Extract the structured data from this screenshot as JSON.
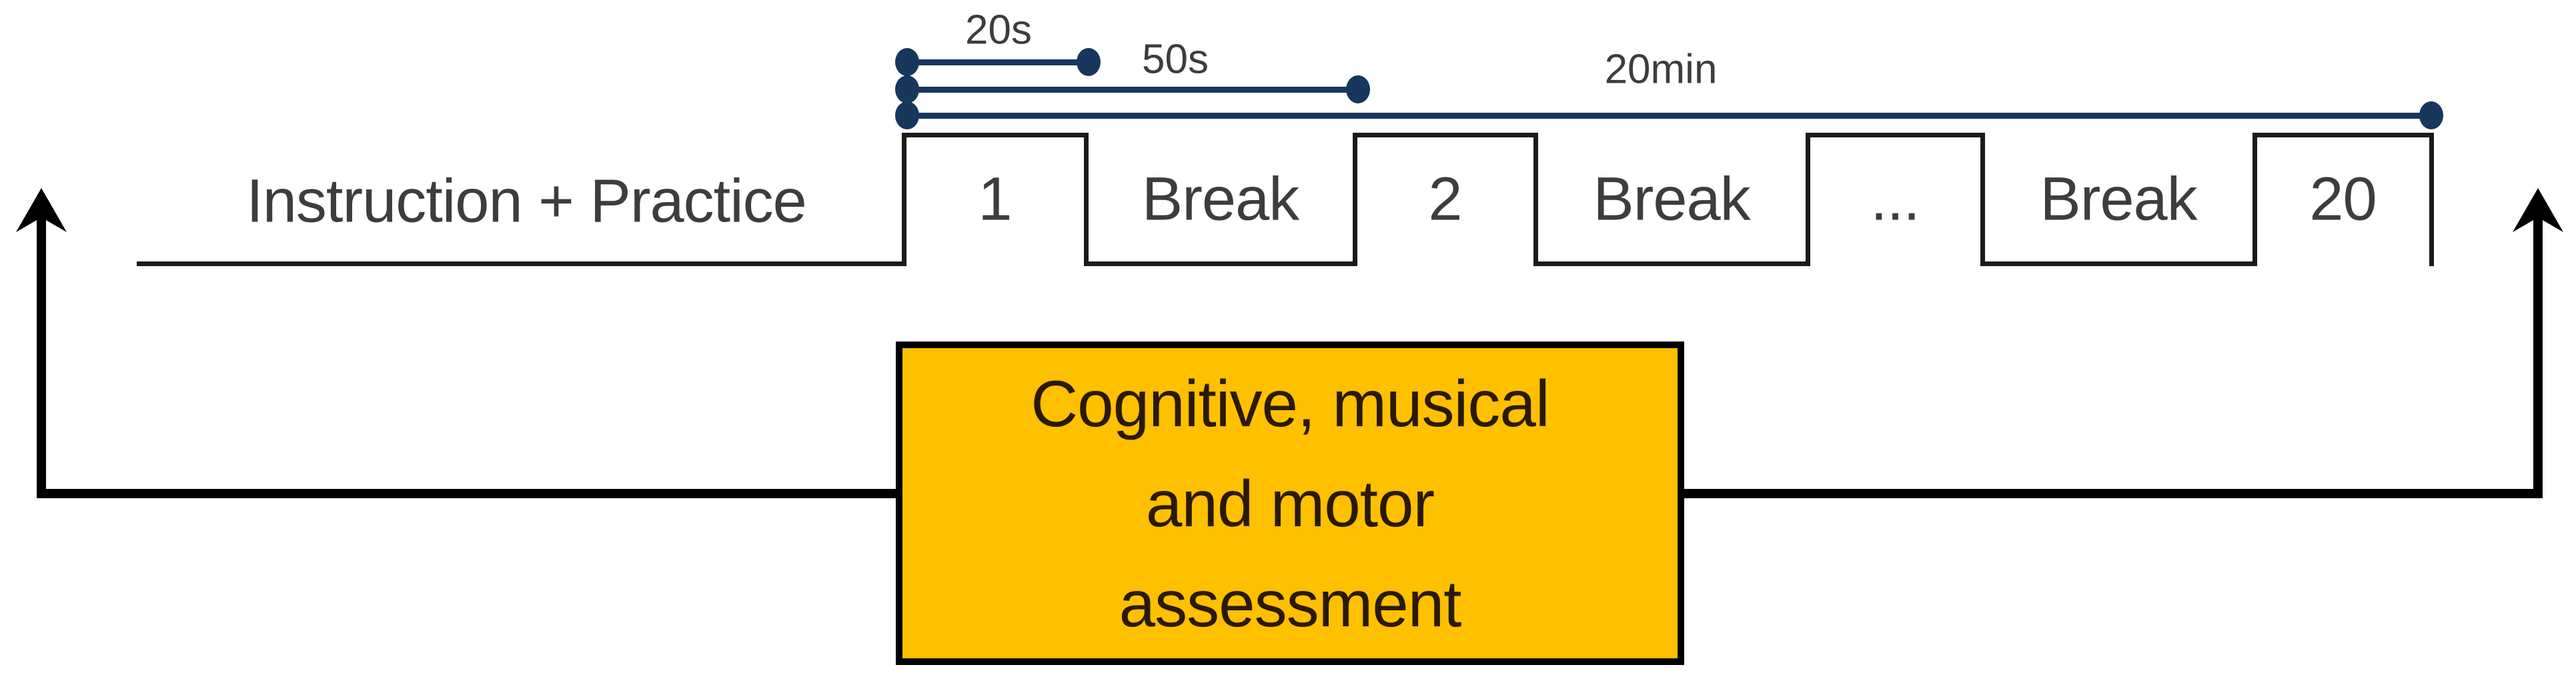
{
  "timeline": {
    "instruction_label": "Instruction + Practice",
    "sequence": [
      {
        "label": "1",
        "type": "trial"
      },
      {
        "label": "Break",
        "type": "break"
      },
      {
        "label": "2",
        "type": "trial"
      },
      {
        "label": "Break",
        "type": "break"
      },
      {
        "label": "...",
        "type": "trial"
      },
      {
        "label": "Break",
        "type": "break"
      },
      {
        "label": "20",
        "type": "trial"
      }
    ]
  },
  "durations": {
    "items": [
      "20s",
      "50s",
      "20min"
    ]
  },
  "assessment_box": {
    "lines": [
      "Cognitive, musical",
      "and motor",
      "assessment"
    ]
  },
  "colors": {
    "navy": "#17375D",
    "orange": "#FFC000",
    "wave_line": "#1A1A1A",
    "text_gray": "#3D3D3D",
    "box_text": "#2A1A05",
    "box_border": "#000000",
    "arrow_black": "#000000"
  }
}
